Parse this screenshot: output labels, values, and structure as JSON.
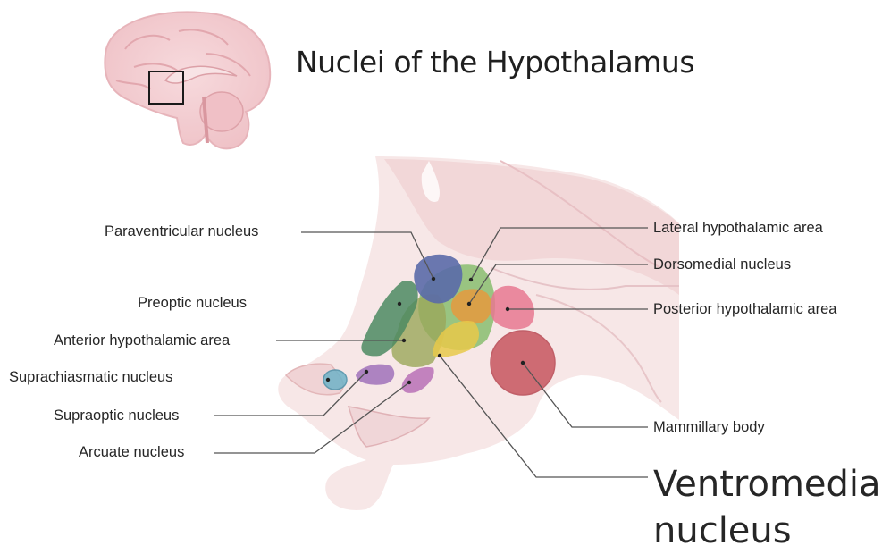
{
  "title": "Nuclei of the Hypothalamus",
  "labels": {
    "paraventricular": "Paraventricular nucleus",
    "preoptic": "Preoptic nucleus",
    "anterior": "Anterior hypothalamic area",
    "suprachiasmatic": "Suprachiasmatic nucleus",
    "supraoptic": "Supraoptic nucleus",
    "arcuate": "Arcuate nucleus",
    "lateral": "Lateral hypothalamic area",
    "dorsomedial": "Dorsomedial nucleus",
    "posterior": "Posterior hypothalamic area",
    "mammillary": "Mammillary body",
    "ventromedial": "Ventromedial nucleus"
  },
  "colors": {
    "tissue": "#f3dcdc",
    "tissue_outline": "#e3b7b9",
    "brain": "#f2c8cc",
    "paraventricular": "#5a6aa8",
    "preoptic": "#4c8a62",
    "anterior": "#9aa85a",
    "lateral": "#79b85f",
    "dorsomedial": "#e59a3e",
    "ventromedial": "#e8c94a",
    "posterior": "#e87890",
    "mammillary": "#c8565f",
    "suprachiasmatic": "#6fb3c8",
    "supraoptic": "#9a6ab8",
    "arcuate": "#b060b0"
  }
}
